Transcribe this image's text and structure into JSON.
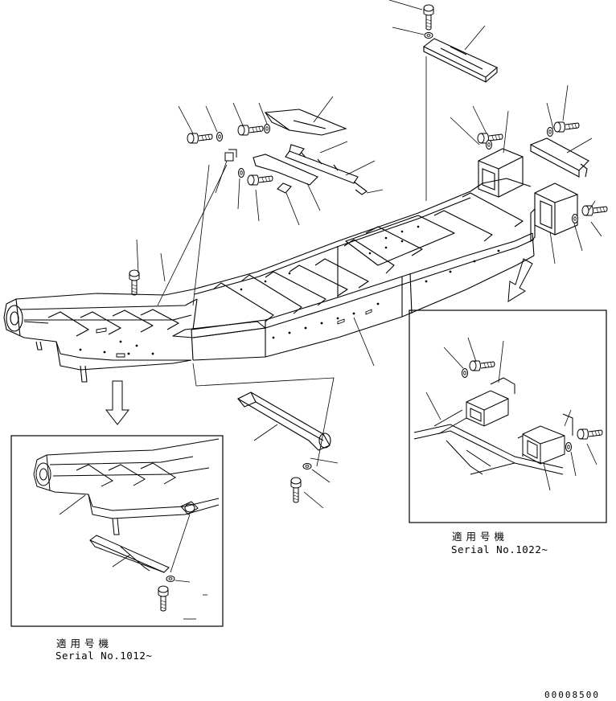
{
  "inset_right": {
    "applicable_label": "適用号機",
    "serial_label": "Serial No.1022~"
  },
  "inset_left": {
    "applicable_label": "適用号機",
    "serial_label": "Serial No.1012~"
  },
  "drawing_code": "00008500"
}
